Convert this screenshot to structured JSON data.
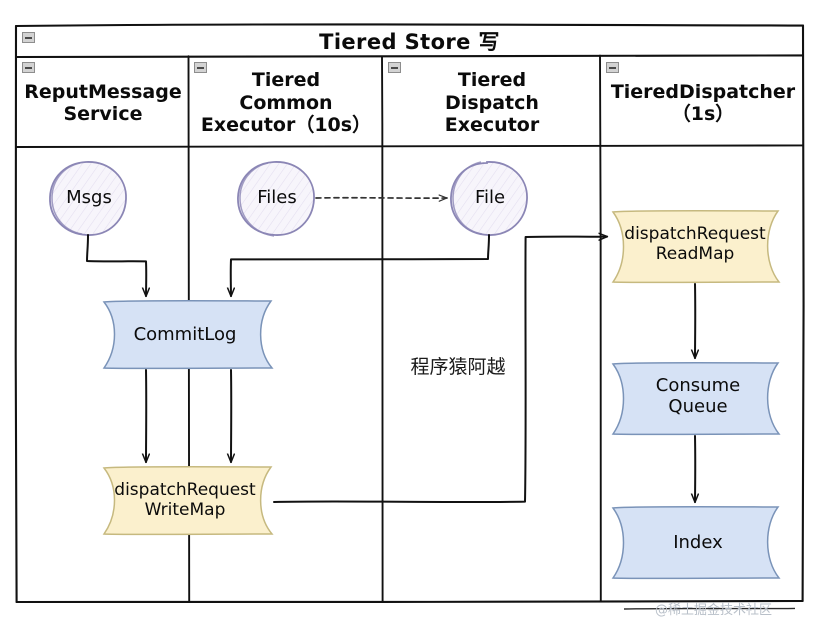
{
  "diagram": {
    "type": "swimlane-flowchart",
    "pool_title": "Tiered Store 写",
    "lanes": [
      {
        "id": "lane-reput",
        "label": "ReputMessage\nService"
      },
      {
        "id": "lane-common",
        "label": "Tiered\nCommon\nExecutor（10s）"
      },
      {
        "id": "lane-dispatch",
        "label": "Tiered\nDispatch\nExecutor"
      },
      {
        "id": "lane-dispatcher",
        "label": "TieredDispatcher\n（1s）"
      }
    ],
    "nodes": [
      {
        "id": "msgs",
        "label": "Msgs",
        "shape": "circle",
        "lane": "lane-reput"
      },
      {
        "id": "files",
        "label": "Files",
        "shape": "circle",
        "lane": "lane-common"
      },
      {
        "id": "file",
        "label": "File",
        "shape": "circle",
        "lane": "lane-dispatch"
      },
      {
        "id": "commitlog",
        "label": "CommitLog",
        "shape": "data-tape",
        "lane": "lane-reput"
      },
      {
        "id": "writemap",
        "label": "dispatchRequest\nWriteMap",
        "shape": "data-tape",
        "lane": "lane-reput"
      },
      {
        "id": "readmap",
        "label": "dispatchRequest\nReadMap",
        "shape": "data-tape",
        "lane": "lane-dispatcher"
      },
      {
        "id": "consumeq",
        "label": "Consume\nQueue",
        "shape": "data-tape",
        "lane": "lane-dispatcher"
      },
      {
        "id": "index",
        "label": "Index",
        "shape": "data-tape",
        "lane": "lane-dispatcher"
      }
    ],
    "edges": [
      {
        "from": "files",
        "to": "file",
        "style": "dashed"
      },
      {
        "from": "msgs",
        "to": "commitlog",
        "style": "solid"
      },
      {
        "from": "file",
        "to": "commitlog",
        "style": "solid"
      },
      {
        "from": "commitlog",
        "to": "writemap",
        "style": "solid"
      },
      {
        "from": "writemap",
        "to": "readmap",
        "style": "solid"
      },
      {
        "from": "readmap",
        "to": "consumeq",
        "style": "solid"
      },
      {
        "from": "consumeq",
        "to": "index",
        "style": "solid"
      }
    ],
    "watermarks": {
      "center": "程序猿阿越",
      "corner": "@稀土掘金技术社区"
    },
    "colors": {
      "blue_fill": "#d6e2f5",
      "blue_stroke": "#7a93b8",
      "yellow_fill": "#fbf0cd",
      "yellow_stroke": "#c6b97f",
      "circle_fill": "#f6f4fa",
      "circle_stroke": "#8b86b5",
      "line": "#1a1a1a",
      "frame": "#111111"
    }
  }
}
